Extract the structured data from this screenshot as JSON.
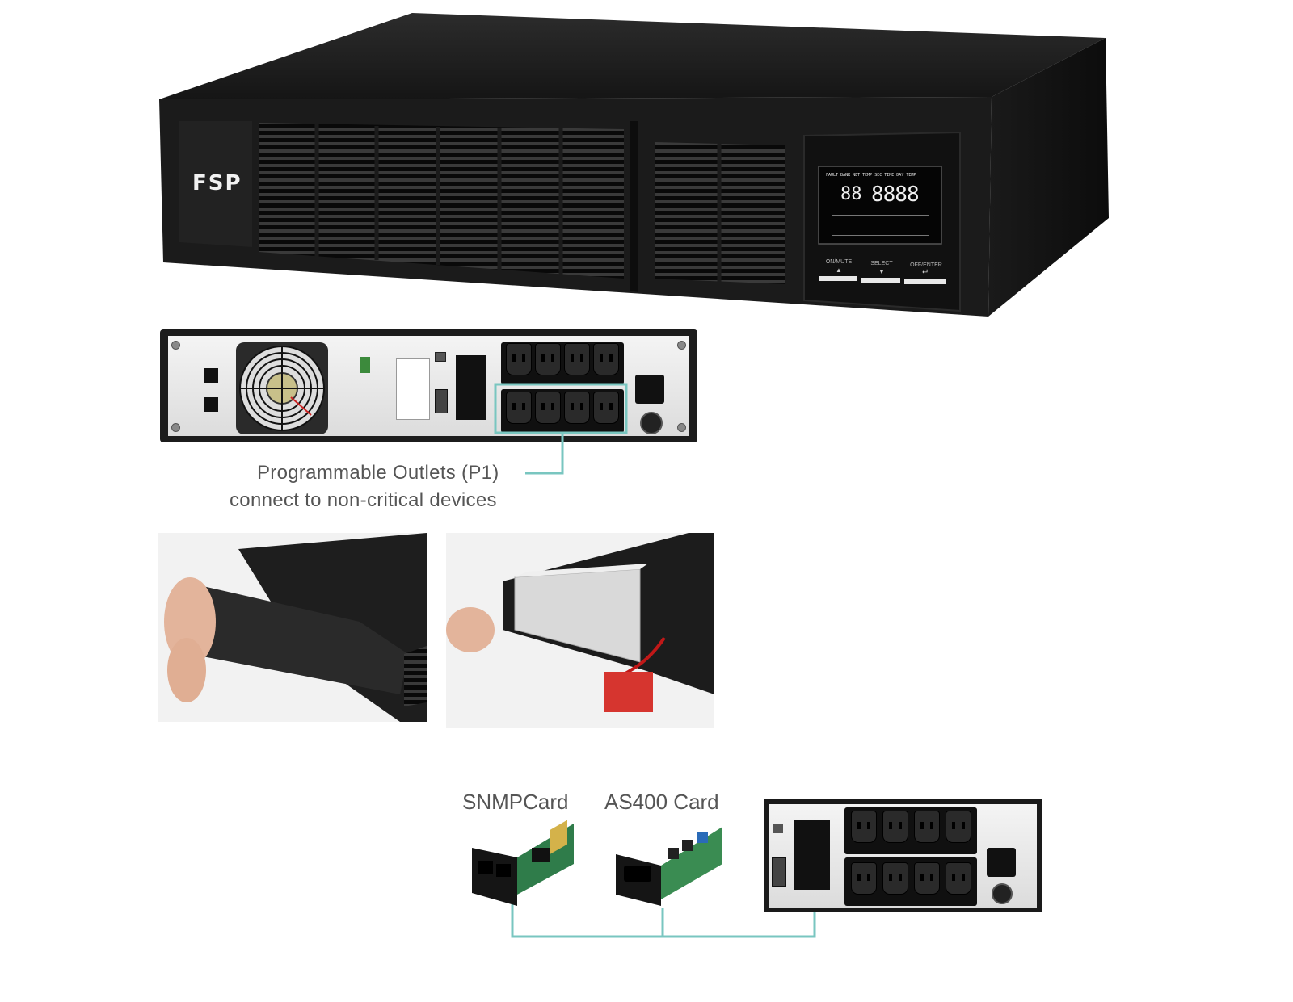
{
  "front": {
    "brand_logo": "FSP",
    "lcd_row1": "FAULT  BANK  NET   TEMP  SEC  TIME  DAY  TEMP",
    "lcd_digits_small": "88",
    "lcd_digits_large": "8888",
    "button_labels": [
      "ON/MUTE",
      "SELECT",
      "OFF/ENTER"
    ],
    "button_icons": [
      "up-arrow",
      "down-arrow",
      "enter-arrow"
    ]
  },
  "rear": {
    "callout_line1": "Programmable Outlets (P1)",
    "callout_line2": "connect to non-critical devices",
    "accent_color": "#79c6c0"
  },
  "cards": {
    "snmp_label": "SNMPCard",
    "as400_label": "AS400 Card"
  }
}
